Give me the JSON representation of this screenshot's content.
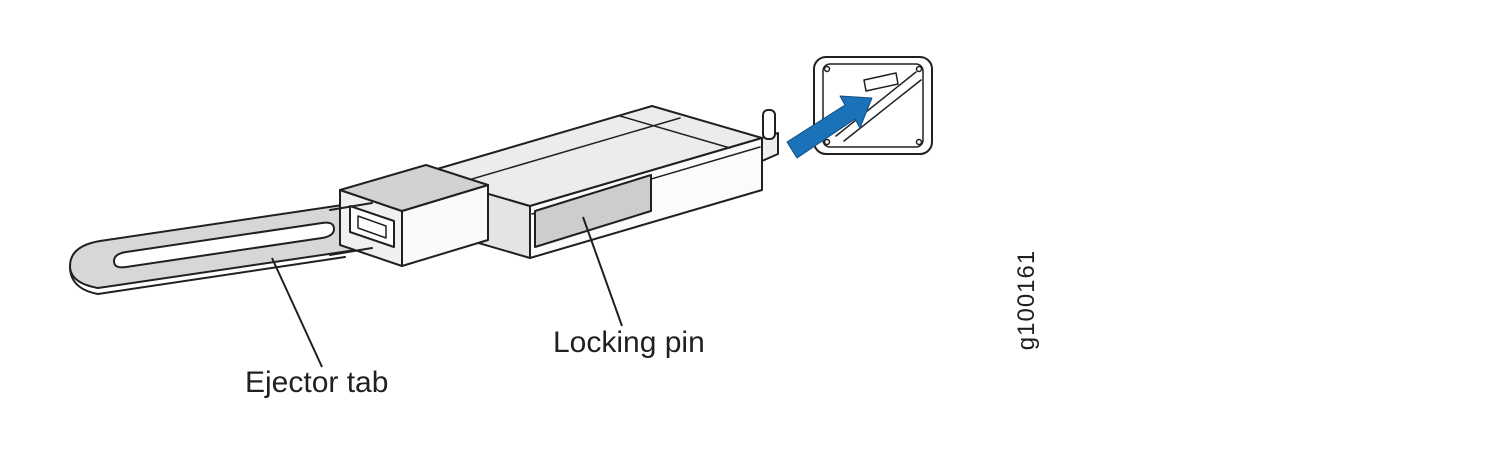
{
  "figure": {
    "type": "technical-illustration",
    "description_visible_parts": [
      "ejector tab loop",
      "transceiver module body",
      "locking pin",
      "port cage",
      "insertion arrow"
    ],
    "labels": {
      "ejector_tab": "Ejector tab",
      "locking_pin": "Locking pin"
    },
    "figure_id": "g100161",
    "colors": {
      "arrow_blue": "#1c72b8",
      "outline": "#231f20",
      "fill_light_gray": "#d7d7d7",
      "fill_mid_gray": "#cdcdcd",
      "background": "#ffffff"
    }
  }
}
